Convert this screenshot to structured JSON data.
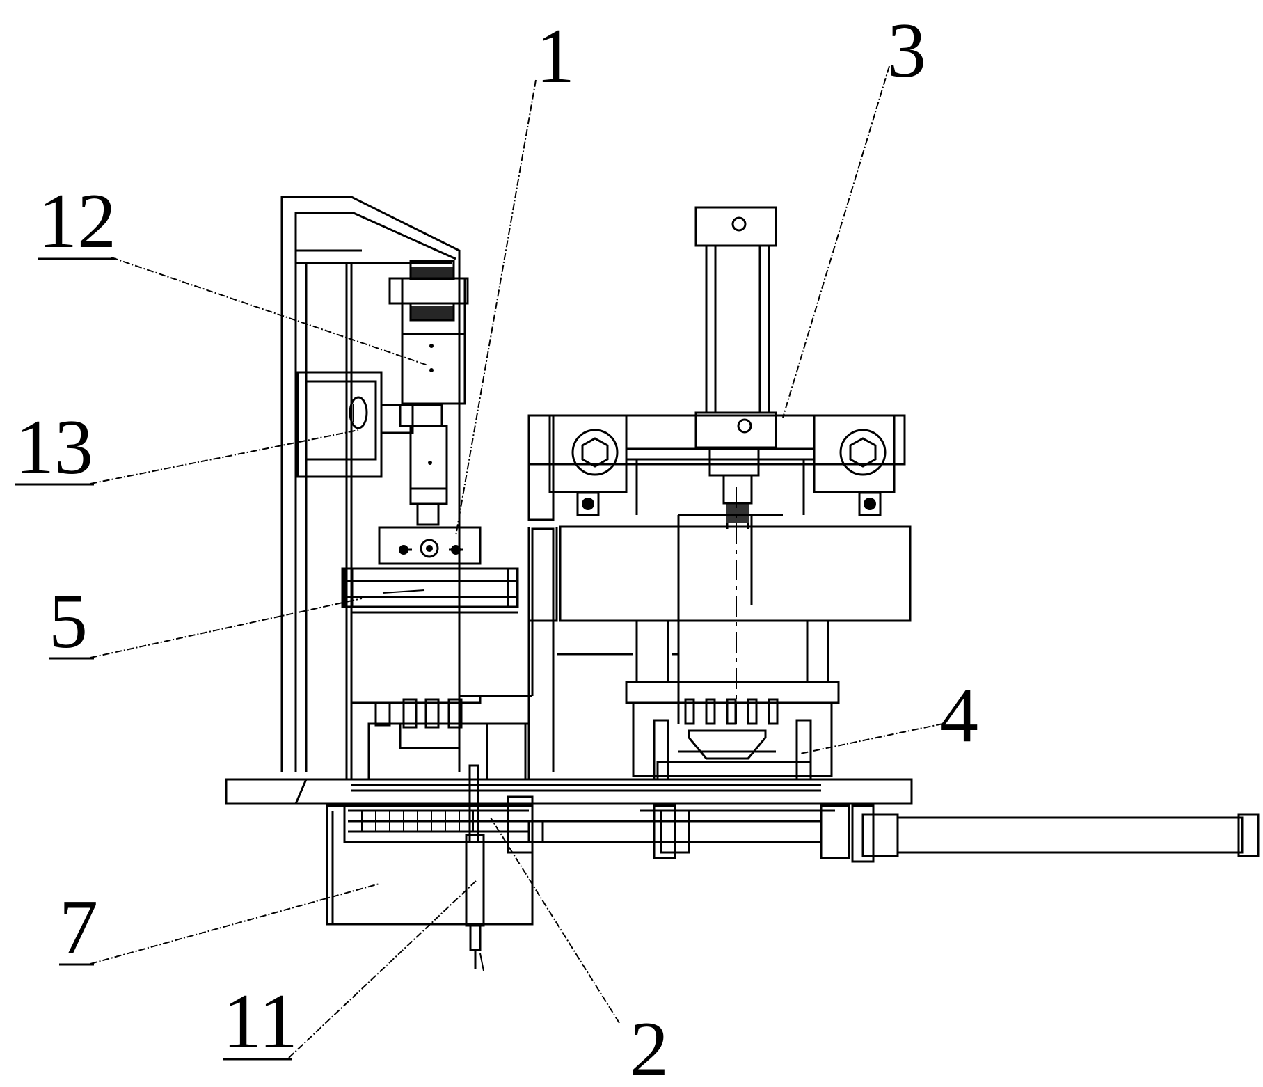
{
  "labels": {
    "l1": "1",
    "l2": "2",
    "l3": "3",
    "l4": "4",
    "l5": "5",
    "l7": "7",
    "l11": "11",
    "l12": "12",
    "l13": "13"
  }
}
